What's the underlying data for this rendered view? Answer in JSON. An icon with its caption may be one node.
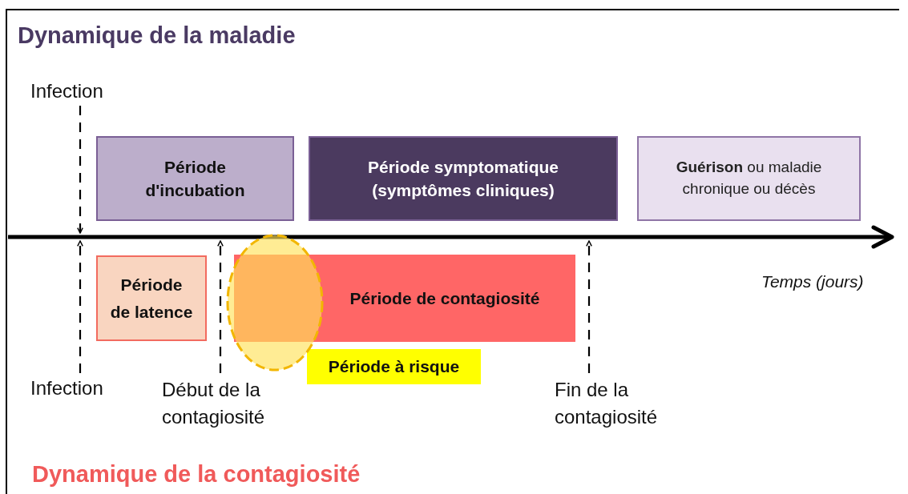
{
  "diagram": {
    "title": "Dynamique de la maladie",
    "nodes": [
      {
        "text": [
          "Infection"
        ]
      },
      {
        "text": [
          "Période d'incubation"
        ]
      },
      {
        "text": [
          "Période symptomatique (symptômes cliniques)"
        ]
      },
      {
        "text": [
          "**Guérison** ou maladie chronique ou décès"
        ]
      },
      {
        "text": [],
        "shape": "bar"
      },
      {
        "text": [
          "Période de latence"
        ]
      },
      {
        "text": [
          "Période de contagiosité"
        ]
      },
      {
        "text": [],
        "shape": "ellipse"
      },
      {
        "text": [
          "Période à risque"
        ]
      },
      {
        "text": [
          "Infection"
        ]
      },
      {
        "text": [
          "Début de la contagiosité"
        ]
      },
      {
        "text": [
          "Fin de la contagiosité"
        ]
      }
    ],
    "edges": [
      {
        "from": 0,
        "to": 4,
        "arrow": "to",
        "style": "dashed"
      },
      {
        "from": 9,
        "to": 4,
        "arrow": "to",
        "style": "dashed"
      },
      {
        "from": 10,
        "to": 4,
        "arrow": "to",
        "style": "dashed"
      },
      {
        "from": 11,
        "to": 4,
        "arrow": "to",
        "style": "dashed"
      }
    ],
    "labels": [
      "Temps (jours)",
      "Dynamique de la contagiosité"
    ]
  }
}
